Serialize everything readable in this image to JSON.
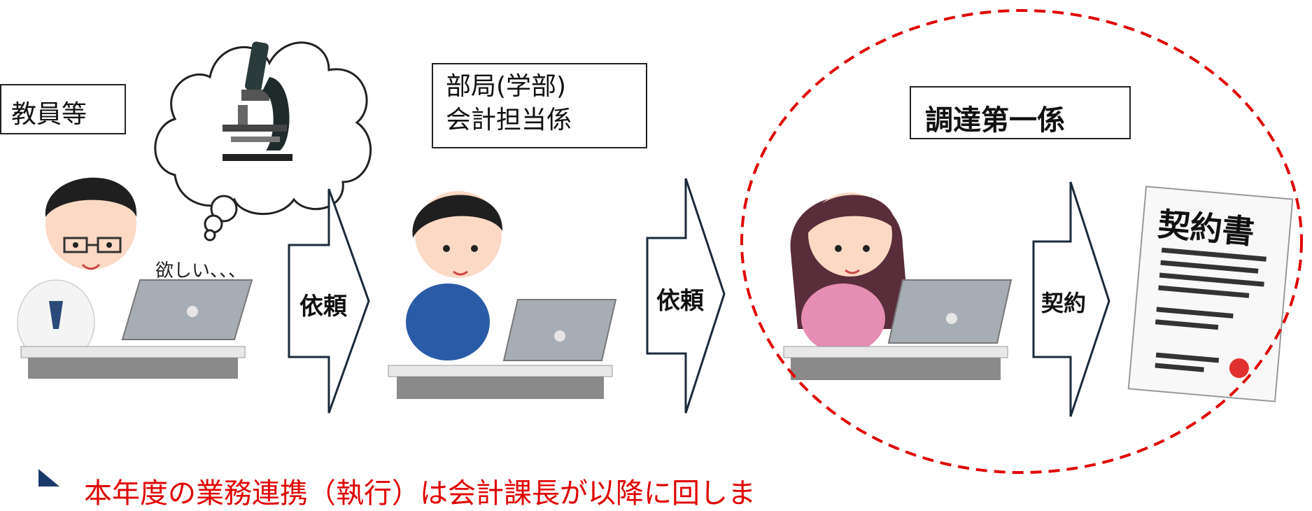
{
  "actors": {
    "teacher": {
      "label": "教員等",
      "speech": "欲しい、、、"
    },
    "department": {
      "label_line1": "部局(学部)",
      "label_line2": "会計担当係"
    },
    "procurement": {
      "label": "調達第一係"
    }
  },
  "arrows": {
    "request1": "依頼",
    "request2": "依頼",
    "contract": "契約"
  },
  "document": {
    "title": "契約書"
  },
  "footer": {
    "text": "本年度の業務連携（執行）は会計課長が以降に回しま"
  },
  "colors": {
    "highlight_circle": "#e00000",
    "footer_text": "#e00000",
    "laptop": "#a7adb5",
    "desk": "#8a8a8a",
    "skin": "#fbd9c4",
    "hair": "#1f1f1f"
  }
}
